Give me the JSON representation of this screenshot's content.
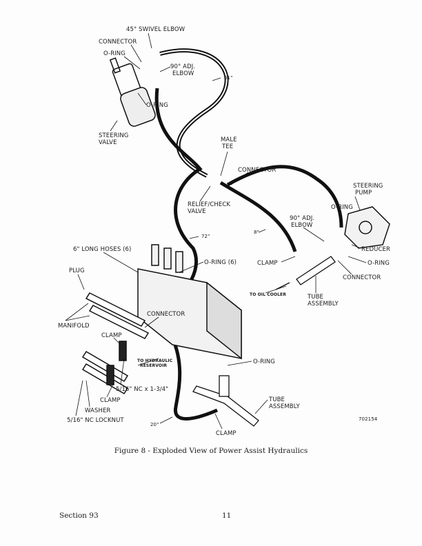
{
  "diagram": {
    "labels": {
      "swivel_elbow_45": "45° SWIVEL ELBOW",
      "connector_top": "CONNECTOR",
      "o_ring_top": "O-RING",
      "adj_elbow_top_1": "90° ADJ.",
      "adj_elbow_top_2": "ELBOW",
      "hose_51": "51\"",
      "o_ring_valve": "O-RING",
      "steering_valve_1": "STEERING",
      "steering_valve_2": "VALVE",
      "male_tee_1": "MALE",
      "male_tee_2": "TEE",
      "connector_mid": "CONNECTOR",
      "steering_pump_1": "STEERING",
      "steering_pump_2": "PUMP",
      "o_ring_pump": "O-RING",
      "relief_valve_1": "RELIEF/CHECK",
      "relief_valve_2": "VALVE",
      "hose_72": "72\"",
      "hose_8": "8\"",
      "adj_elbow_pump_1": "90° ADJ.",
      "adj_elbow_pump_2": "ELBOW",
      "reducer": "REDUCER",
      "o_ring_reducer": "O-RING",
      "connector_pump": "CONNECTOR",
      "clamp_cooler": "CLAMP",
      "long_hoses": "6\" LONG HOSES (6)",
      "o_ring_6": "O-RING (6)",
      "plug": "PLUG",
      "to_oil_cooler": "TO OIL COOLER",
      "tube_assembly_upper_1": "TUBE",
      "tube_assembly_upper_2": "ASSEMBLY",
      "manifold": "MANIFOLD",
      "connector_manifold": "CONNECTOR",
      "clamp_manifold": "CLAMP",
      "to_reservoir_1": "TO HYDRAULIC",
      "to_reservoir_2": "RESERVOIR",
      "o_ring_lower": "O-RING",
      "bolt": "5/16\" NC x 1-3/4\"",
      "clamp_lower": "CLAMP",
      "washer": "WASHER",
      "locknut": "5/16\" NC LOCKNUT",
      "tube_assembly_lower_1": "TUBE",
      "tube_assembly_lower_2": "ASSEMBLY",
      "hose_20": "20\"",
      "figure_id": "702154",
      "clamp_bottom": "CLAMP"
    }
  },
  "caption": "Figure 8 - Exploded View of Power Assist Hydraulics",
  "footer": {
    "section": "Section 93",
    "page_number": "11"
  }
}
